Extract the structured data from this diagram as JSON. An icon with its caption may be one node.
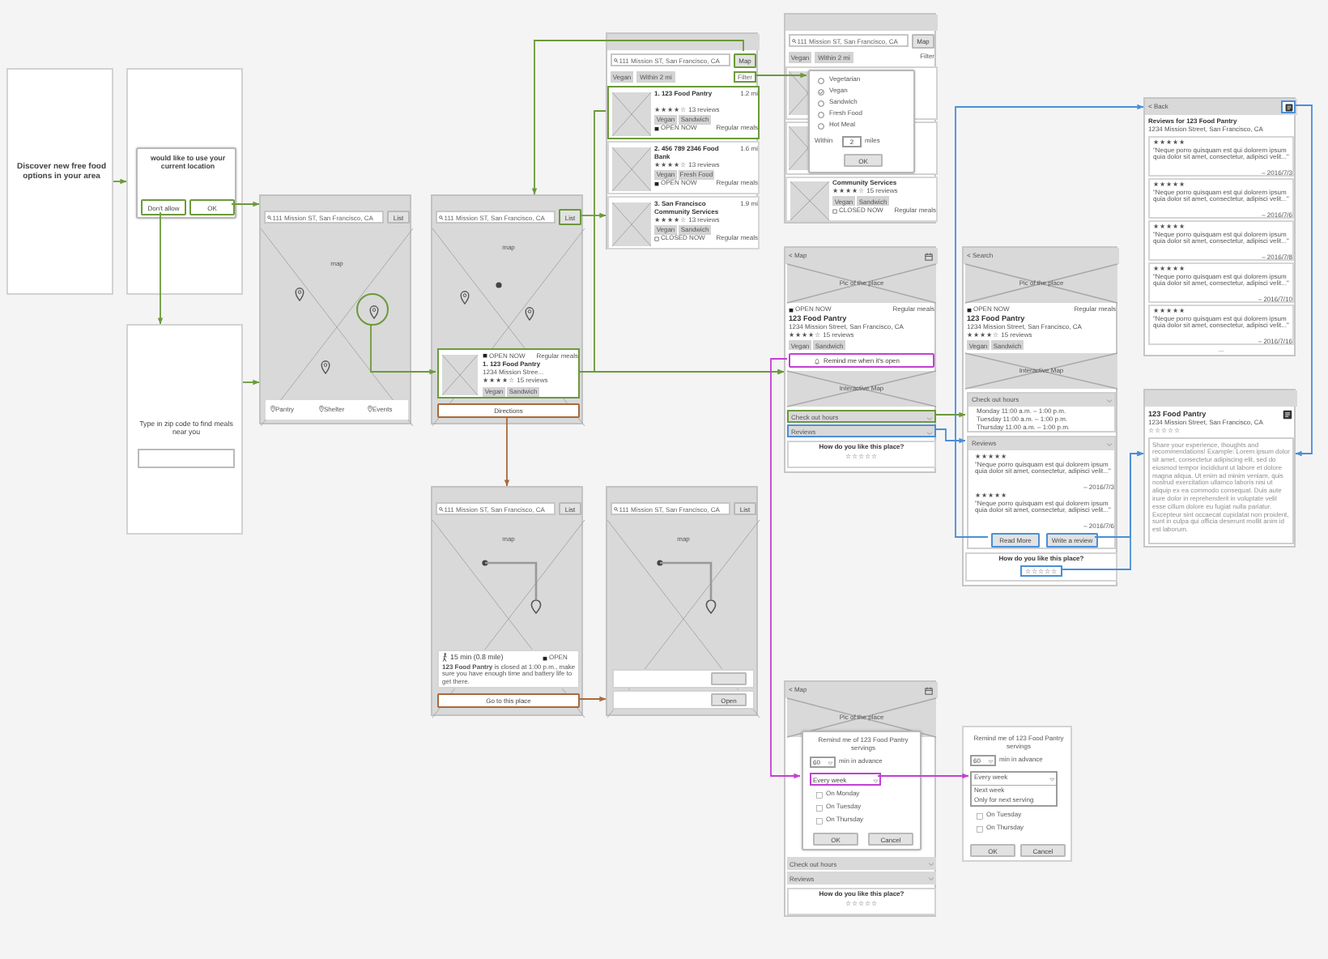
{
  "diagram": {
    "nodes": [
      {
        "text": [
          "Discover new free food options in your area"
        ]
      },
      {
        "text": [],
        "shape": "box"
      },
      {
        "text": [
          "would like to use your current location"
        ],
        "in": 1
      },
      {
        "text": [
          "Don't allow"
        ],
        "in": 2
      },
      {
        "text": [
          "OK"
        ],
        "in": 2
      },
      {
        "text": [
          "Type in zip code to find meals near you"
        ]
      },
      {
        "text": [
          "map"
        ]
      },
      {
        "text": [
          "111 Mission ST, San Francisco, CA"
        ],
        "in": 6
      },
      {
        "text": [
          "List"
        ],
        "in": 6
      },
      {
        "text": [],
        "shape": "circle",
        "in": 6
      },
      {
        "text": [
          "Pantry",
          "Shelter",
          "Events"
        ],
        "in": 6
      },
      {
        "text": [
          "map"
        ]
      },
      {
        "text": [
          "111 Mission ST, San Francisco, CA"
        ],
        "in": 11
      },
      {
        "text": [
          "List"
        ],
        "in": 11
      },
      {
        "text": [
          "OPEN NOW",
          "Regular meals",
          "1. 123 Food Pantry",
          "1234 Mission Stree...",
          "★★★★☆ 15 reviews"
        ],
        "in": 11
      },
      {
        "text": [
          "Vegan"
        ],
        "in": 14
      },
      {
        "text": [
          "Sandwich"
        ],
        "in": 14
      },
      {
        "text": [
          "Directions"
        ],
        "in": 11
      },
      {
        "text": [],
        "shape": "box"
      },
      {
        "text": [
          "111 Mission ST, San Francisco, CA"
        ],
        "in": 18
      },
      {
        "text": [
          "Map"
        ],
        "in": 18
      },
      {
        "text": [
          "Vegan"
        ],
        "in": 18
      },
      {
        "text": [
          "Within 2 mi"
        ],
        "in": 18
      },
      {
        "text": [
          "Filter"
        ],
        "in": 18
      },
      {
        "text": [
          "1. 123 Food Pantry",
          "1.2 mi",
          "★★★★☆ 13 reviews",
          "OPEN NOW",
          "Regular meals"
        ],
        "in": 18
      },
      {
        "text": [
          "Vegan"
        ],
        "in": 24
      },
      {
        "text": [
          "Sandwich"
        ],
        "in": 24
      },
      {
        "text": [
          "2. 456 789 2346 Food Bank",
          "1.6 mi",
          "★★★★☆ 13 reviews",
          "OPEN NOW",
          "Regular meals"
        ],
        "in": 18
      },
      {
        "text": [
          "Vegan"
        ],
        "in": 27
      },
      {
        "text": [
          "Fresh Food"
        ],
        "in": 27
      },
      {
        "text": [
          "3. San Francisco Community Services",
          "1.9 mi",
          "★★★★☆ 13 reviews",
          "CLOSED NOW",
          "Regular meals"
        ],
        "in": 18
      },
      {
        "text": [
          "Vegan"
        ],
        "in": 30
      },
      {
        "text": [
          "Sandwich"
        ],
        "in": 30
      },
      {
        "text": [
          "Filter"
        ]
      },
      {
        "text": [
          "111 Mission ST, San Francisco, CA"
        ],
        "in": 33
      },
      {
        "text": [
          "Map"
        ],
        "in": 33
      },
      {
        "text": [
          "Vegan"
        ],
        "in": 33
      },
      {
        "text": [
          "Within 2 mi"
        ],
        "in": 33
      },
      {
        "text": [
          "Vegetarian",
          "Vegan",
          "Sandwich",
          "Fresh Food",
          "Hot Meal",
          "Within",
          "miles"
        ],
        "in": 33
      },
      {
        "text": [
          "2"
        ],
        "in": 38
      },
      {
        "text": [
          "OK"
        ],
        "in": 38
      },
      {
        "text": [
          "Community Services",
          "★★★★☆ 15 reviews",
          "CLOSED NOW",
          "Regular meals"
        ],
        "in": 33
      },
      {
        "text": [
          "Vegan"
        ],
        "in": 41
      },
      {
        "text": [
          "Sandwich"
        ],
        "in": 41
      },
      {
        "text": [
          "< Map",
          "OPEN NOW",
          "Regular meals",
          "123 Food Pantry",
          "1234 Mission Street, San Francisco, CA",
          "★★★★☆ 15 reviews",
          "How do you like this place?",
          "☆☆☆☆☆"
        ]
      },
      {
        "text": [
          "Pic of the place"
        ],
        "in": 44
      },
      {
        "text": [
          "Vegan"
        ],
        "in": 44
      },
      {
        "text": [
          "Sandwich"
        ],
        "in": 44
      },
      {
        "text": [
          "Remind me when it's open"
        ],
        "in": 44
      },
      {
        "text": [
          "Interactive Map"
        ],
        "in": 44
      },
      {
        "text": [
          "Check out hours"
        ],
        "in": 44
      },
      {
        "text": [
          "Reviews"
        ],
        "in": 44
      },
      {
        "text": [
          "< Search",
          "OPEN NOW",
          "Regular meals",
          "123 Food Pantry",
          "1234 Mission Street, San Francisco, CA",
          "★★★★☆ 15 reviews",
          "How do you like this place?"
        ]
      },
      {
        "text": [
          "Pic of the place"
        ],
        "in": 52
      },
      {
        "text": [
          "Vegan"
        ],
        "in": 52
      },
      {
        "text": [
          "Sandwich"
        ],
        "in": 52
      },
      {
        "text": [
          "Interactive Map"
        ],
        "in": 52
      },
      {
        "text": [
          "Check out hours",
          "Monday 11:00 a.m. – 1:00 p.m.",
          "Tuesday 11:00 a.m. – 1:00 p.m.",
          "Thursday 11:00 a.m. – 1:00 p.m."
        ],
        "in": 52
      },
      {
        "text": [
          "Reviews",
          "★★★★★",
          "\"Neque porro quisquam est qui dolorem ipsum quia dolor sit amet, consectetur, adipisci velit...\"",
          "– 2016/7/3",
          "★★★★★",
          "\"Neque porro quisquam est qui dolorem ipsum quia dolor sit amet, consectetur, adipisci velit...\"",
          "– 2016/7/6"
        ],
        "in": 52
      },
      {
        "text": [
          "Read More"
        ],
        "in": 58
      },
      {
        "text": [
          "Write a review"
        ],
        "in": 58
      },
      {
        "text": [
          "☆☆☆☆☆"
        ],
        "in": 52
      },
      {
        "text": [
          "< Back",
          "Reviews for 123 Food Pantry",
          "1234 Mission Street, San Francisco, CA",
          "..."
        ]
      },
      {
        "text": [],
        "shape": "box",
        "in": 62
      },
      {
        "text": [
          "★★★★★",
          "\"Neque porro quisquam est qui dolorem ipsum quia dolor sit amet, consectetur, adipisci velit...\"",
          "– 2016/7/3"
        ],
        "in": 62
      },
      {
        "text": [
          "★★★★★",
          "\"Neque porro quisquam est qui dolorem ipsum quia dolor sit amet, consectetur, adipisci velit...\"",
          "– 2016/7/6"
        ],
        "in": 62
      },
      {
        "text": [
          "★★★★★",
          "\"Neque porro quisquam est qui dolorem ipsum quia dolor sit amet, consectetur, adipisci velit...\"",
          "– 2016/7/8"
        ],
        "in": 62
      },
      {
        "text": [
          "★★★★★",
          "\"Neque porro quisquam est qui dolorem ipsum quia dolor sit amet, consectetur, adipisci velit...\"",
          "– 2016/7/10"
        ],
        "in": 62
      },
      {
        "text": [
          "★★★★★",
          "\"Neque porro quisquam est qui dolorem ipsum quia dolor sit amet, consectetur, adipisci velit...\"",
          "– 2016/7/16"
        ],
        "in": 62
      },
      {
        "text": [
          "123 Food Pantry",
          "1234 Mission Street, San Francisco, CA",
          "☆☆☆☆☆"
        ]
      },
      {
        "text": [
          "Share your experience, thoughts and recommendations! Example: Lorem ipsum dolor sit amet, consectetur adipiscing elit, sed do eiusmod tempor incididunt ut labore et dolore magna aliqua. Ut enim ad minim veniam, quis nostrud exercitation ullamco laboris nisi ut aliquip ex ea commodo consequat. Duis aute irure dolor in reprehenderit in voluptate velit esse cillum dolore eu fugiat nulla pariatur. Excepteur sint occaecat cupidatat non proident, sunt in culpa qui officia deserunt mollit anim id est laborum."
        ],
        "in": 69
      },
      {
        "text": [
          "map"
        ]
      },
      {
        "text": [
          "111 Mission ST, San Francisco, CA"
        ],
        "in": 71
      },
      {
        "text": [
          "List"
        ],
        "in": 71
      },
      {
        "text": [
          "15 min (0.8 mile)",
          "OPEN",
          "**123 Food Pantry** is closed at 1:00 p.m., make sure you have enough time and battery life to get there."
        ],
        "in": 71
      },
      {
        "text": [
          "Go to this place"
        ],
        "in": 71
      },
      {
        "text": [
          "map"
        ]
      },
      {
        "text": [
          "111 Mission ST, San Francisco, CA"
        ],
        "in": 76
      },
      {
        "text": [
          "List"
        ],
        "in": 76
      },
      {
        "text": [
          "Open"
        ],
        "in": 76
      },
      {
        "text": [
          "< Map",
          "How do you like this place?",
          "☆☆☆☆☆"
        ]
      },
      {
        "text": [
          "Pic of the place"
        ],
        "in": 80
      },
      {
        "text": [
          "Remind me of 123 Food Pantry servings",
          "min in advance",
          "On Monday",
          "On Tuesday",
          "On Thursday"
        ],
        "in": 80
      },
      {
        "text": [
          "60"
        ],
        "in": 82
      },
      {
        "text": [
          "Every week"
        ],
        "in": 82
      },
      {
        "text": [
          "OK"
        ],
        "in": 82
      },
      {
        "text": [
          "Cancel"
        ],
        "in": 82
      },
      {
        "text": [
          "Check out hours"
        ],
        "in": 80
      },
      {
        "text": [
          "Reviews"
        ],
        "in": 80
      },
      {
        "text": [
          "Remind me of 123 Food Pantry servings",
          "min in advance",
          "On Tuesday",
          "On Thursday"
        ]
      },
      {
        "text": [
          "60"
        ],
        "in": 89
      },
      {
        "text": [
          "Every week",
          "Next week",
          "Only for next serving"
        ],
        "in": 89
      },
      {
        "text": [
          "OK"
        ],
        "in": 89
      },
      {
        "text": [
          "Cancel"
        ],
        "in": 89
      }
    ],
    "edges": [
      {
        "from": 0,
        "to": 1,
        "arrow": "to"
      },
      {
        "from": 4,
        "to": 6,
        "arrow": "to"
      },
      {
        "from": 3,
        "to": 5,
        "arrow": "to"
      },
      {
        "from": 5,
        "to": 6,
        "arrow": "to"
      },
      {
        "from": 9,
        "to": 14,
        "arrow": "to"
      },
      {
        "from": 13,
        "to": 18,
        "arrow": "to"
      },
      {
        "from": 20,
        "to": 11,
        "arrow": "to"
      },
      {
        "from": 23,
        "to": 38,
        "arrow": "to"
      },
      {
        "from": 14,
        "to": 44,
        "arrow": "to"
      },
      {
        "from": 24,
        "to": 44,
        "arrow": "to"
      },
      {
        "from": 17,
        "to": 71,
        "arrow": "to",
        "color": "#a8693b"
      },
      {
        "from": 75,
        "to": 76,
        "arrow": "to",
        "color": "#a8693b"
      },
      {
        "from": 48,
        "to": 82,
        "arrow": "to",
        "color": "#c43fd4"
      },
      {
        "from": 84,
        "to": 91,
        "arrow": "to",
        "color": "#c43fd4"
      },
      {
        "from": 50,
        "to": 57,
        "arrow": "to"
      },
      {
        "from": 51,
        "to": 58,
        "arrow": "to",
        "color": "#4a8fd8"
      },
      {
        "from": 59,
        "to": 62,
        "arrow": "to",
        "color": "#4a8fd8"
      },
      {
        "from": 60,
        "to": 69,
        "arrow": "to",
        "color": "#4a8fd8"
      },
      {
        "from": 61,
        "to": 69,
        "arrow": "to",
        "color": "#4a8fd8"
      },
      {
        "from": 63,
        "to": 69,
        "arrow": "to",
        "color": "#4a8fd8"
      }
    ]
  }
}
